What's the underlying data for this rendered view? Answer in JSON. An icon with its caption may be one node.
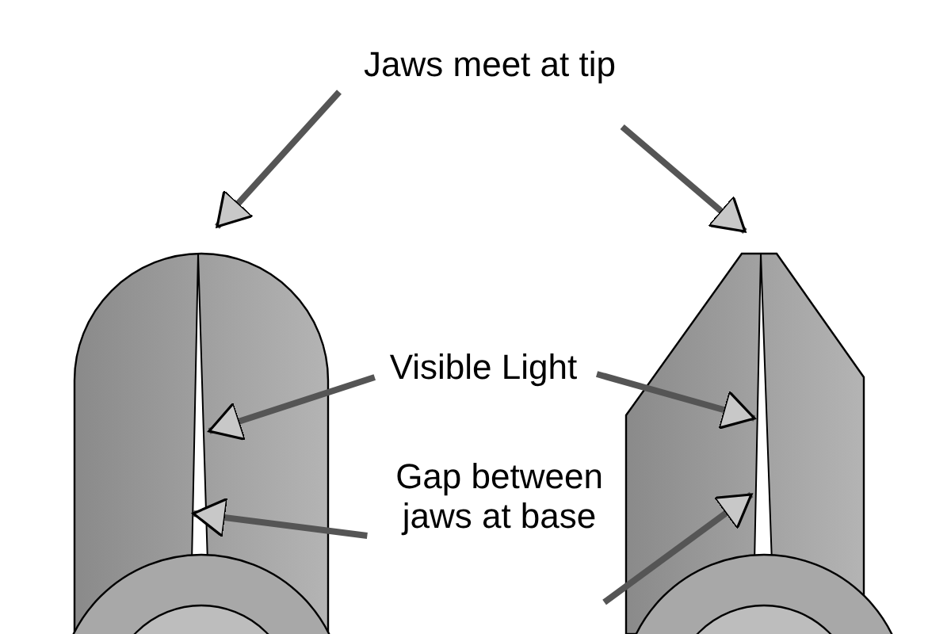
{
  "diagram": {
    "nodes": [
      {
        "text": [
          "Jaws meet at tip"
        ]
      },
      {
        "text": [
          "Visible Light"
        ]
      },
      {
        "text": [
          "Gap between jaws at base"
        ]
      }
    ],
    "edges": [
      {
        "from": 0,
        "to": null,
        "arrow": "to"
      },
      {
        "from": 0,
        "to": null,
        "arrow": "to"
      },
      {
        "from": 1,
        "to": null,
        "arrow": "to"
      },
      {
        "from": 1,
        "to": null,
        "arrow": "to"
      },
      {
        "from": 2,
        "to": null,
        "arrow": "to"
      },
      {
        "from": 2,
        "to": null,
        "arrow": "to"
      }
    ]
  }
}
